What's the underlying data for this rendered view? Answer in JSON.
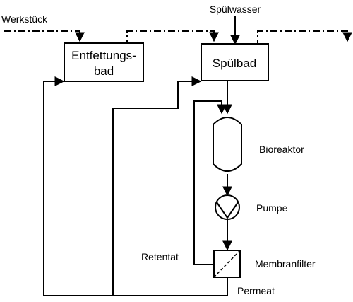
{
  "labels": {
    "werkstueck": "Werkstück",
    "spuelwasser": "Spülwasser",
    "entfettungsbad_line1": "Entfettungs-",
    "entfettungsbad_line2": "bad",
    "spuelbad": "Spülbad",
    "bioreaktor": "Bioreaktor",
    "pumpe": "Pumpe",
    "retentat": "Retentat",
    "membranfilter": "Membranfilter",
    "permeat": "Permeat"
  }
}
